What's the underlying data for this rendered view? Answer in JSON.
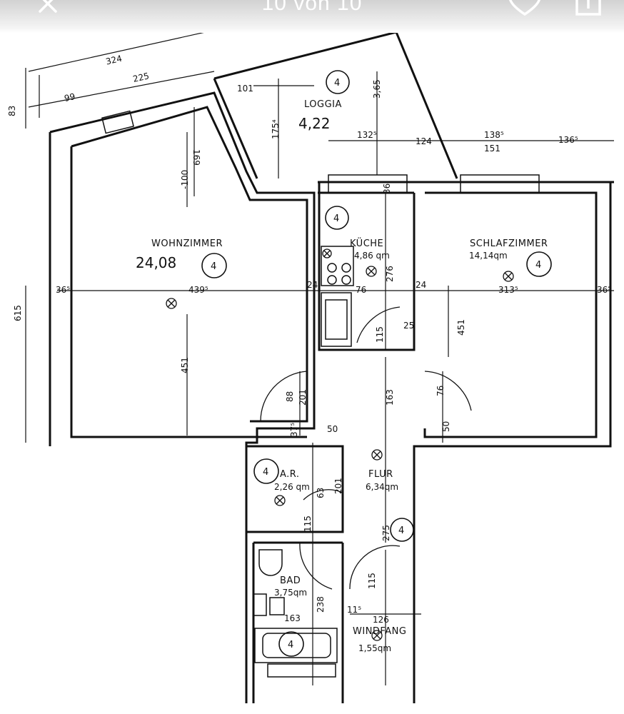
{
  "viewer": {
    "page_counter": "10 von 10",
    "close_icon": "close-icon",
    "favorite_icon": "heart-icon",
    "share_icon": "share-icon"
  },
  "floorplan": {
    "rooms": {
      "wohnzimmer": {
        "name": "WOHNZIMMER",
        "area": "24,08"
      },
      "loggia": {
        "name": "LOGGIA",
        "area": "4,22"
      },
      "kueche": {
        "name": "KÜCHE",
        "area": "4,86 qm"
      },
      "schlafzimmer": {
        "name": "SCHLAFZIMMER",
        "area": "14,14qm"
      },
      "ar": {
        "name": "A.R.",
        "area": "2,26 qm"
      },
      "flur": {
        "name": "FLUR",
        "area": "6,34qm"
      },
      "bad": {
        "name": "BAD",
        "area": "3,75qm"
      },
      "windfang": {
        "name": "WINDFANG",
        "area": "1,55qm"
      }
    },
    "dimensions": [
      {
        "id": "d324",
        "text": "324"
      },
      {
        "id": "d225",
        "text": "225"
      },
      {
        "id": "d99",
        "text": "99"
      },
      {
        "id": "d83",
        "text": "83"
      },
      {
        "id": "d101",
        "text": "101"
      },
      {
        "id": "d1754",
        "text": "175⁴"
      },
      {
        "id": "d365",
        "text": "3,65"
      },
      {
        "id": "d1325",
        "text": "132⁵"
      },
      {
        "id": "d124",
        "text": "124"
      },
      {
        "id": "d1385",
        "text": "138⁵"
      },
      {
        "id": "d151",
        "text": "151"
      },
      {
        "id": "d1365",
        "text": "136⁵"
      },
      {
        "id": "d169",
        "text": "169"
      },
      {
        "id": "d100",
        "text": "-100"
      },
      {
        "id": "d615",
        "text": "615"
      },
      {
        "id": "d365b",
        "text": "36⁵"
      },
      {
        "id": "d4395",
        "text": "439⁵"
      },
      {
        "id": "d451a",
        "text": "451"
      },
      {
        "id": "d24a",
        "text": "24"
      },
      {
        "id": "d76a",
        "text": "76"
      },
      {
        "id": "d276",
        "text": "276"
      },
      {
        "id": "d24b",
        "text": "24"
      },
      {
        "id": "d3135",
        "text": "313⁵"
      },
      {
        "id": "d365c",
        "text": "36⁵"
      },
      {
        "id": "d451b",
        "text": "451"
      },
      {
        "id": "d25",
        "text": "25"
      },
      {
        "id": "d115a",
        "text": "115"
      },
      {
        "id": "d36",
        "text": "36"
      },
      {
        "id": "d88",
        "text": "88"
      },
      {
        "id": "d201a",
        "text": "201"
      },
      {
        "id": "d163a",
        "text": "163"
      },
      {
        "id": "d76b",
        "text": "76"
      },
      {
        "id": "d50a",
        "text": "50"
      },
      {
        "id": "d50b",
        "text": "50"
      },
      {
        "id": "d375",
        "text": "37⁵"
      },
      {
        "id": "d63",
        "text": "63"
      },
      {
        "id": "d201b",
        "text": "201"
      },
      {
        "id": "d115b",
        "text": "115"
      },
      {
        "id": "d275",
        "text": "275"
      },
      {
        "id": "d115c",
        "text": "115"
      },
      {
        "id": "d115d",
        "text": "11⁵"
      },
      {
        "id": "d163b",
        "text": "163"
      },
      {
        "id": "d126",
        "text": "126"
      },
      {
        "id": "d238",
        "text": "238"
      }
    ],
    "room_marker_text": "4"
  }
}
